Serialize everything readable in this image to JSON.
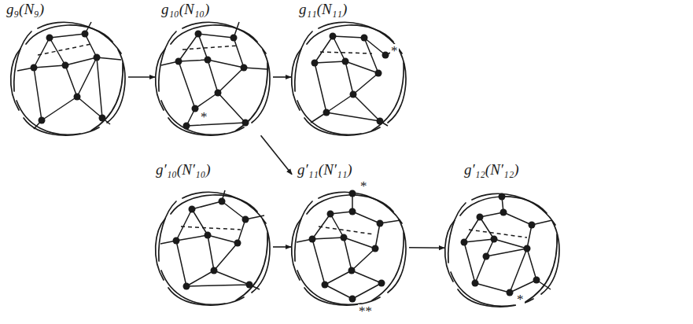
{
  "diagram": {
    "nodes": [
      {
        "text": [
          "g₉(N₉)"
        ]
      },
      {
        "text": [
          "g₁₀(N₁₀)"
        ]
      },
      {
        "text": [
          "g₁₁(N₁₁)"
        ]
      },
      {
        "text": [
          "g′₁₀(N′₁₀)"
        ]
      },
      {
        "text": [
          "g′₁₁(N′₁₁)"
        ]
      },
      {
        "text": [
          "g′₁₂(N′₁₂)"
        ]
      }
    ],
    "edges": [
      {
        "from": 0,
        "to": 1,
        "arrow": "to"
      },
      {
        "from": 1,
        "to": 2,
        "arrow": "to"
      },
      {
        "from": 1,
        "to": 4,
        "arrow": "to"
      },
      {
        "from": 3,
        "to": 4,
        "arrow": "to"
      },
      {
        "from": 4,
        "to": 5,
        "arrow": "to"
      }
    ],
    "labels": [
      "*",
      "*",
      "*",
      "**",
      "*"
    ]
  }
}
